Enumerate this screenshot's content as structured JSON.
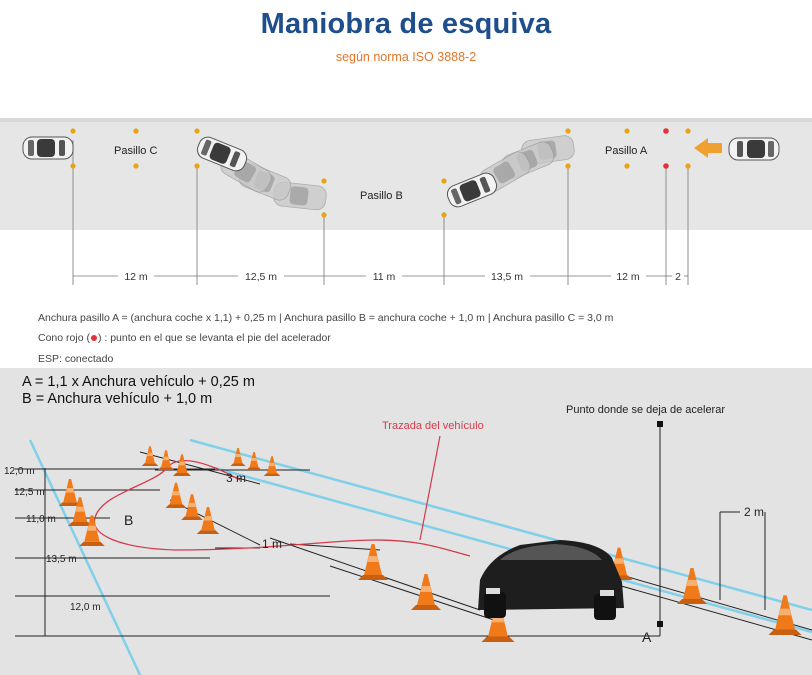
{
  "header": {
    "title": "Maniobra de esquiva",
    "subtitle": "según norma ISO 3888-2"
  },
  "top_diagram": {
    "lanes": {
      "c": "Pasillo C",
      "b": "Pasillo B",
      "a": "Pasillo A"
    },
    "distances": [
      "12 m",
      "12,5 m",
      "11 m",
      "13,5 m",
      "12 m",
      "2"
    ]
  },
  "notes": {
    "widths": "Anchura pasillo A = (anchura coche x 1,1) + 0,25 m  |  Anchura pasillo B = anchura coche + 1,0 m  |  Anchura pasillo C =  3,0 m",
    "cone_prefix": "Cono rojo (",
    "cone_suffix": ") : punto en el que se levanta el pie del acelerador",
    "esp": "ESP: conectado"
  },
  "bottom_diagram": {
    "formula_a": "A = 1,1 x Anchura vehículo + 0,25 m",
    "formula_b": "B = Anchura vehículo + 1,0 m",
    "trajectory_label": "Trazada del vehículo",
    "release_label": "Punto donde se deja de acelerar",
    "labels": {
      "d1": "12,0 m",
      "d2": "12,5 m",
      "d3": "11,0 m",
      "d4": "13,5 m",
      "d5": "12,0 m",
      "three_m": "3 m",
      "one_m": "1 m",
      "two_m": "2 m",
      "b": "B",
      "a": "A"
    }
  },
  "colors": {
    "title": "#1f4e8c",
    "subtitle": "#e0762b",
    "cone_orange": "#e8a317",
    "cone_red": "#e2303c",
    "arrow": "#f0a030",
    "trajectory": "#d63a4a",
    "track_blue": "#7fd0e8",
    "cone_3d": "#f07a1a"
  }
}
